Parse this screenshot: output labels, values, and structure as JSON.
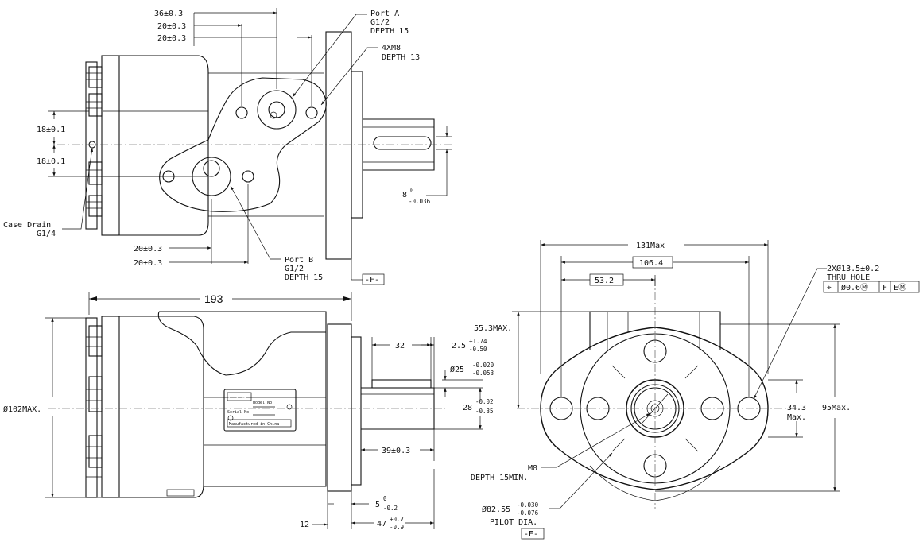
{
  "top_view": {
    "d_36": "36±0.3",
    "d_20a": "20±0.3",
    "d_20b": "20±0.3",
    "port_a": [
      "Port A",
      "G1/2",
      "DEPTH 15"
    ],
    "four_m8": [
      "4XM8",
      "DEPTH 13"
    ],
    "d_18a": "18±0.1",
    "d_18b": "18±0.1",
    "case_drain": [
      "Case Drain",
      "G1/4"
    ],
    "d_20c": "20±0.3",
    "d_20d": "20±0.3",
    "port_b": [
      "Port B",
      "G1/2",
      "DEPTH 15"
    ],
    "key_main": "8",
    "key_up": "0",
    "key_low": "-0.036",
    "datum_f": "-F-"
  },
  "side_view": {
    "d_193": "193",
    "d_102": "Ø102MAX.",
    "d_32": "32",
    "tol_25_main": "2.5",
    "tol_25_up": "+1.74",
    "tol_25_low": "-0.50",
    "shaft_main": "Ø25",
    "shaft_up": "-0.020",
    "shaft_low": "-0.053",
    "d_28_main": "28",
    "d_28_up": "-0.02",
    "d_28_low": "-0.35",
    "d_39": "39±0.3",
    "d_5_main": "5",
    "d_5_up": "0",
    "d_5_low": "-0.2",
    "d_12": "12",
    "d_47_main": "47",
    "d_47_up": "+0.7",
    "d_47_low": "-0.9",
    "label_brand": "E·T·N",
    "label_model": "Model No.",
    "label_serial": "Serial No.",
    "label_made": "Manufactured in China"
  },
  "front_view": {
    "d_131": "131Max",
    "d_106": "106.4",
    "d_53": "53.2",
    "d_55": "55.3MAX.",
    "holes": [
      "2XØ13.5±0.2",
      "THRU HOLE"
    ],
    "fcf": [
      "⌖",
      "Ø0.6Ⓜ",
      "F",
      "EⓂ"
    ],
    "d_34": "34.3",
    "max_a": "Max.",
    "d_95": "95Max.",
    "m8": [
      "M8",
      "DEPTH 15MIN."
    ],
    "pilot_main": "Ø82.55",
    "pilot_up": "-0.030",
    "pilot_low": "-0.076",
    "pilot_lbl": "PILOT DIA.",
    "datum_e": "-E-"
  }
}
